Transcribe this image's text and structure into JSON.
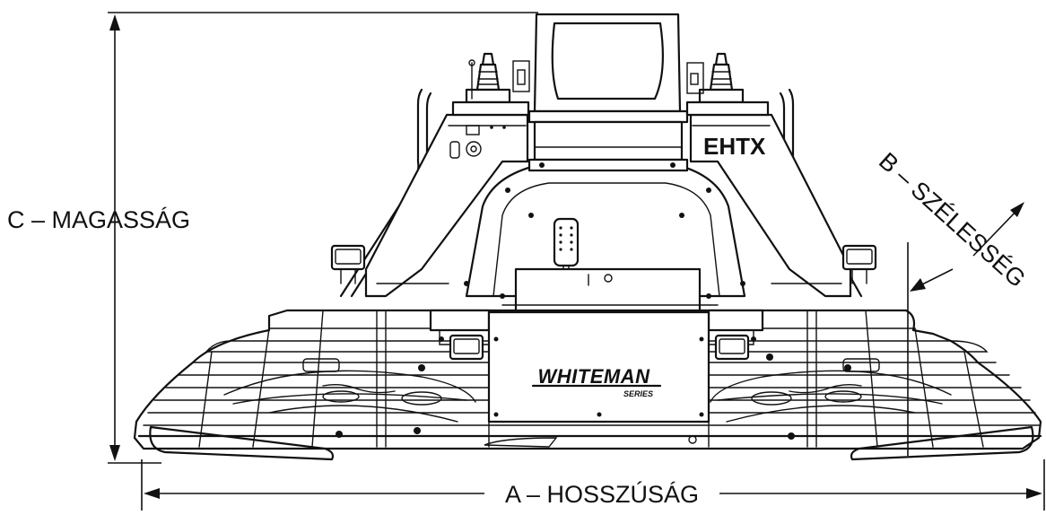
{
  "dimensions": {
    "length_label": "A – HOSSZÚSÁG",
    "width_label": "B – SZÉLESSÉG",
    "height_label": "C – MAGASSÁG"
  },
  "machine": {
    "model_badge": "EHTX",
    "brand_logo": "WHITEMAN",
    "brand_sub": "SERIES"
  }
}
